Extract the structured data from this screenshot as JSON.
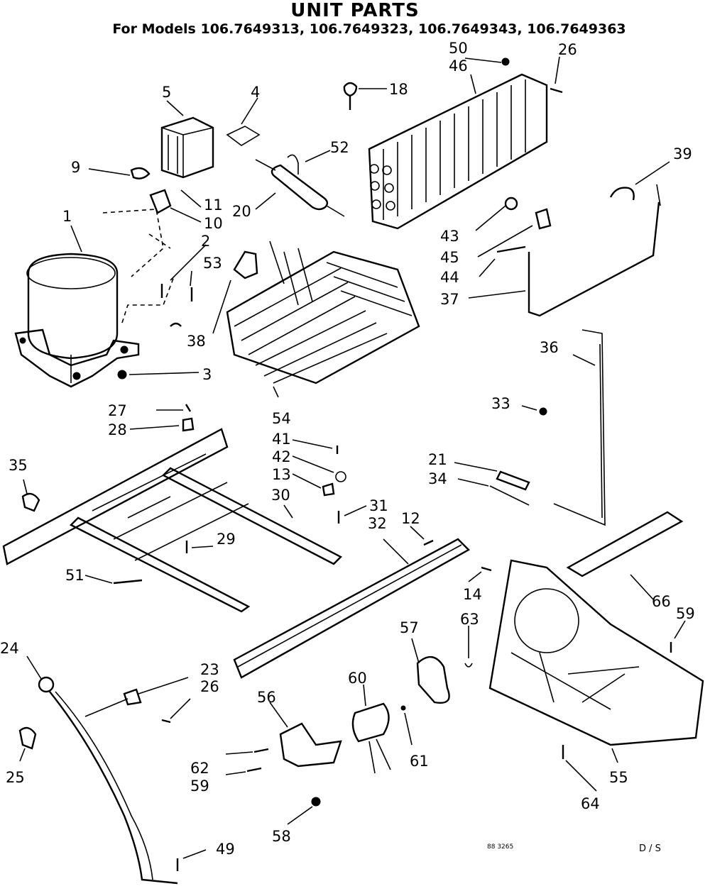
{
  "title": "UNIT PARTS",
  "subtitle": "For Models 106.7649313, 106.7649323, 106.7649343, 106.7649363",
  "footer": {
    "code": "88 3265",
    "page": "D / S"
  },
  "callouts": [
    "1",
    "2",
    "3",
    "4",
    "5",
    "9",
    "10",
    "11",
    "12",
    "13",
    "14",
    "18",
    "20",
    "21",
    "23",
    "24",
    "25",
    "26",
    "26",
    "27",
    "28",
    "29",
    "30",
    "31",
    "32",
    "33",
    "34",
    "35",
    "36",
    "37",
    "38",
    "39",
    "41",
    "42",
    "43",
    "44",
    "45",
    "46",
    "49",
    "50",
    "51",
    "52",
    "53",
    "54",
    "55",
    "56",
    "57",
    "58",
    "59",
    "59",
    "60",
    "61",
    "62",
    "63",
    "64",
    "66"
  ]
}
